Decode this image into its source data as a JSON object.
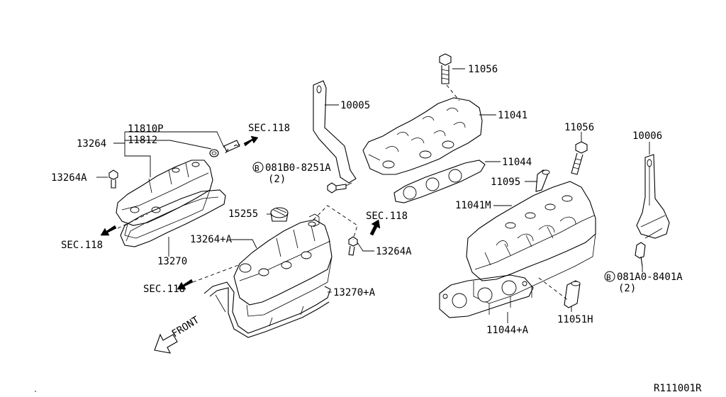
{
  "labels": {
    "p11056_top": "11056",
    "p10005": "10005",
    "p11041": "11041",
    "p11044": "11044",
    "p081B0": "081B0-8251A",
    "p081B0_qty": "(2)",
    "p11095": "11095",
    "p11056_right": "11056",
    "p10006": "10006",
    "p11041M": "11041M",
    "p081A0": "081A0-8401A",
    "p081A0_qty": "(2)",
    "p11810P": "11810P",
    "p11812": "11812",
    "p13264": "13264",
    "p13264A_left": "13264A",
    "sec118_top": "SEC.118",
    "sec118_left": "SEC.118",
    "p13270": "13270",
    "p15255": "15255",
    "p13264_plusA": "13264+A",
    "sec118_mid": "SEC.118",
    "p13264A_mid": "13264A",
    "sec118_bottom": "SEC.118",
    "p13270_plusA": "13270+A",
    "p11044_plusA": "11044+A",
    "p11051H": "11051H",
    "front": "FRONT",
    "bolt_symbol": "B",
    "ref_code": "R111001R"
  }
}
